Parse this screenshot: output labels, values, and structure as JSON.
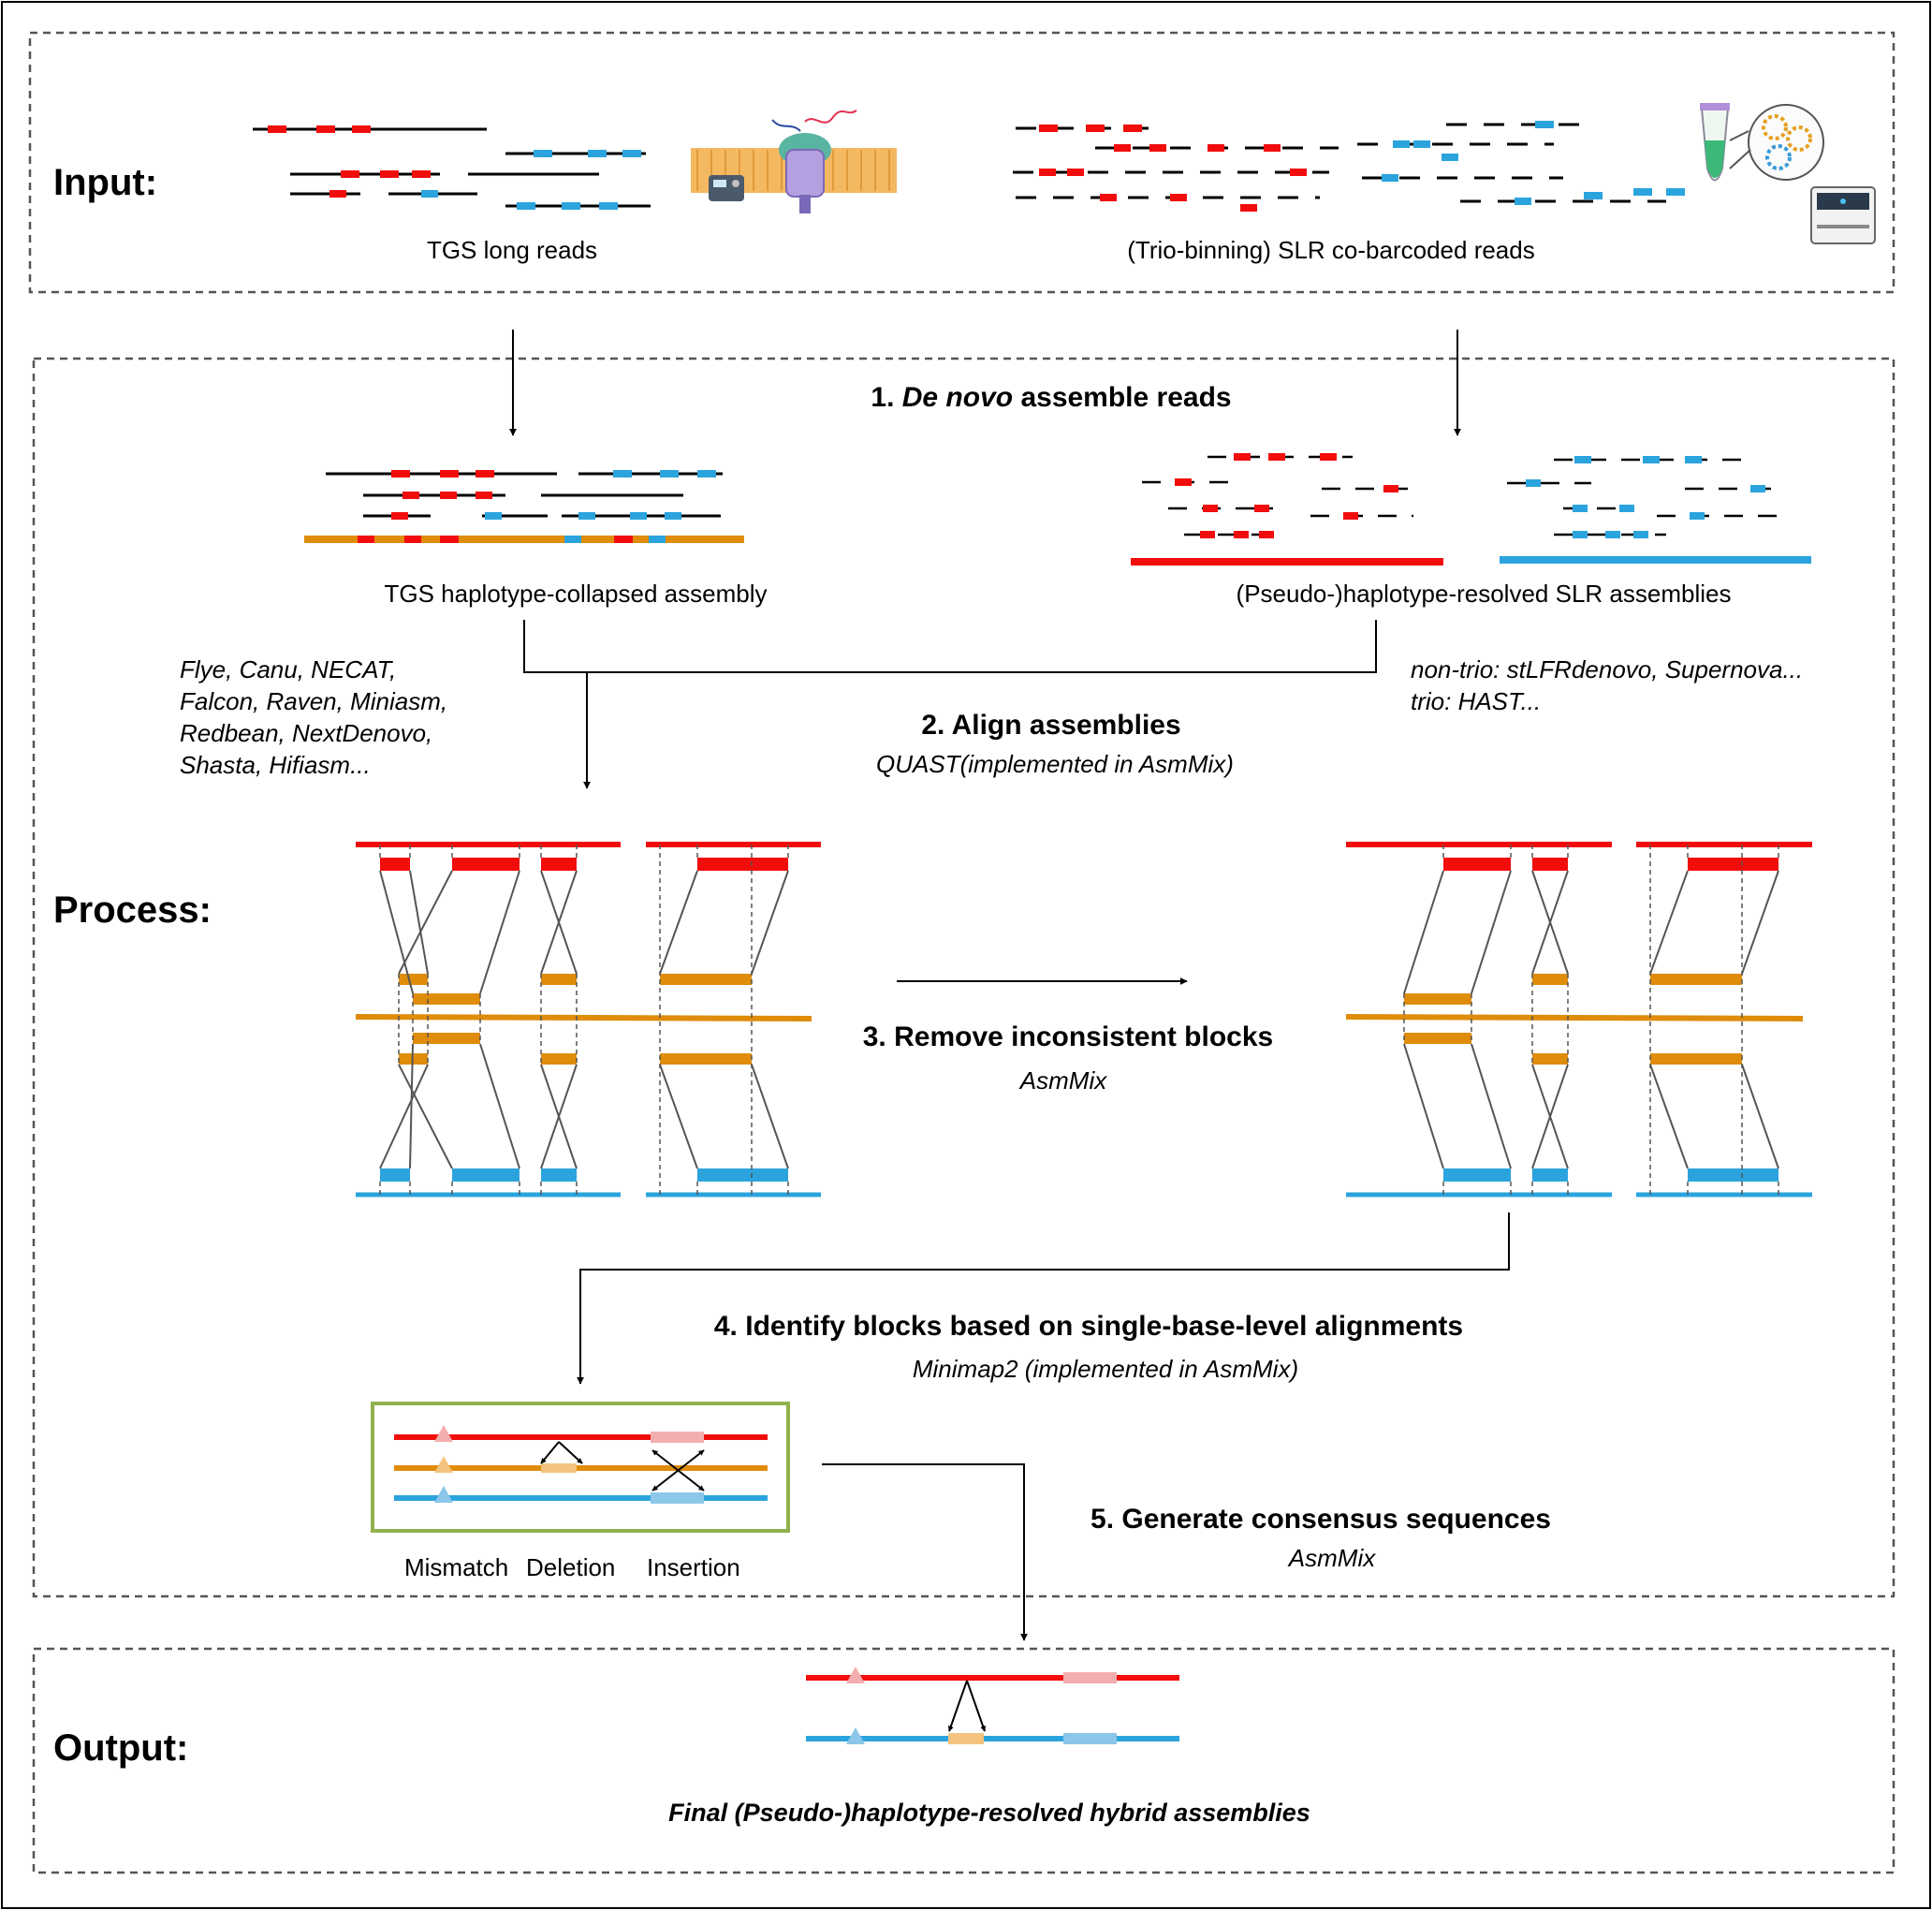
{
  "sections": {
    "input": "Input:",
    "process": "Process:",
    "output": "Output:"
  },
  "input": {
    "tgs_label": "TGS long reads",
    "slr_label": "(Trio-binning) SLR co-barcoded reads"
  },
  "steps": {
    "s1_num": "1. ",
    "s1_em": "De novo",
    "s1_rest": " assemble reads",
    "tgs_asm_label": "TGS haplotype-collapsed assembly",
    "slr_asm_label": "(Pseudo-)haplotype-resolved SLR assemblies",
    "tgs_tools": [
      "Flye, Canu, NECAT,",
      "Falcon, Raven, Miniasm,",
      "Redbean, NextDenovo,",
      "Shasta, Hifiasm..."
    ],
    "slr_tools": [
      "non-trio: stLFRdenovo, Supernova...",
      "trio: HAST..."
    ],
    "s2_title": "2. Align assemblies",
    "s2_tool": "QUAST(implemented in AsmMix)",
    "s3_title": "3. Remove inconsistent blocks",
    "s3_tool": "AsmMix",
    "s4_title": "4. Identify blocks based on single-base-level alignments",
    "s4_tool": "Minimap2 (implemented in AsmMix)",
    "variant_labels": [
      "Mismatch",
      "Deletion",
      "Insertion"
    ],
    "s5_title": "5. Generate consensus sequences",
    "s5_tool": "AsmMix"
  },
  "output": {
    "final_label": "Final (Pseudo-)haplotype-resolved hybrid assemblies"
  },
  "colors": {
    "red": "#f20d0d",
    "orange": "#e08c0b",
    "blue": "#2ba4de",
    "light_red": "#f2aeae",
    "light_orange": "#f4c37d",
    "light_blue": "#8cc6e8",
    "green_box": "#8fb04c",
    "dash": "#666666"
  }
}
